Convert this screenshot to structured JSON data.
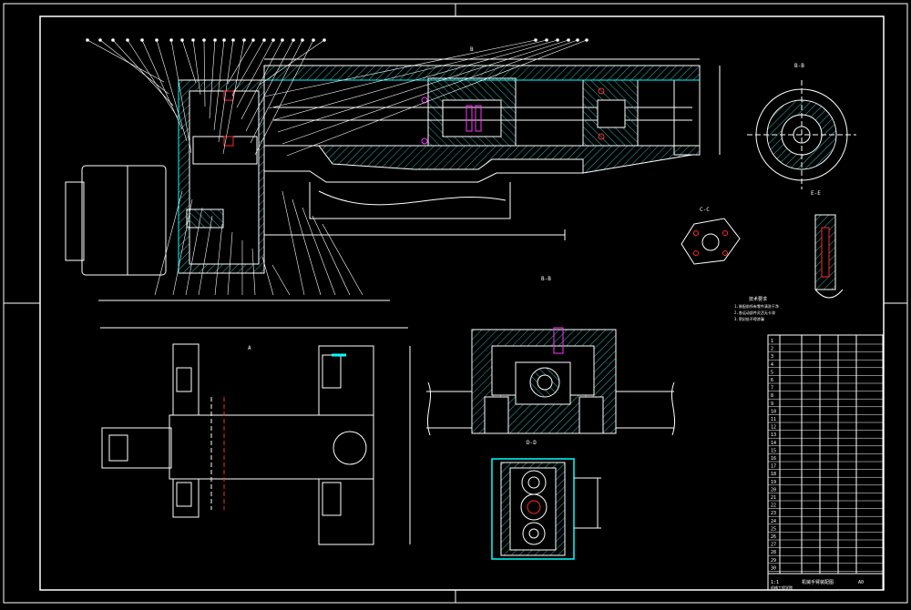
{
  "colors": {
    "background": "#000000",
    "line": "#ffffff",
    "hatch": "#2fb6b6",
    "accent_cyan": "#00ffff",
    "accent_magenta": "#ff33ff",
    "accent_red": "#ff2a2a",
    "accent_green": "#1fd11f",
    "accent_yellow": "#ffff33"
  },
  "section_labels": {
    "view_a": "B-B",
    "view_b": "C-C",
    "view_c": "B-B",
    "view_d": "D-D",
    "view_e": "E-E",
    "bottom_a": "A",
    "top_mid": "B"
  },
  "title_block": {
    "school": "机械工程学院",
    "title": "机械手臂装配图",
    "scale": "1:1",
    "sheet": "A0"
  },
  "parts_list": [
    "1",
    "2",
    "3",
    "4",
    "5",
    "6",
    "7",
    "8",
    "9",
    "10",
    "11",
    "12",
    "13",
    "14",
    "15",
    "16",
    "17",
    "18",
    "19",
    "20",
    "21",
    "22",
    "23",
    "24",
    "25",
    "26",
    "27",
    "28",
    "29",
    "30"
  ],
  "tech_notes": {
    "header": "技术要求",
    "lines": [
      "1.装配前所有零件清洗干净",
      "2.各运动部件灵活无卡滞",
      "3.密封处不得渗漏"
    ]
  }
}
